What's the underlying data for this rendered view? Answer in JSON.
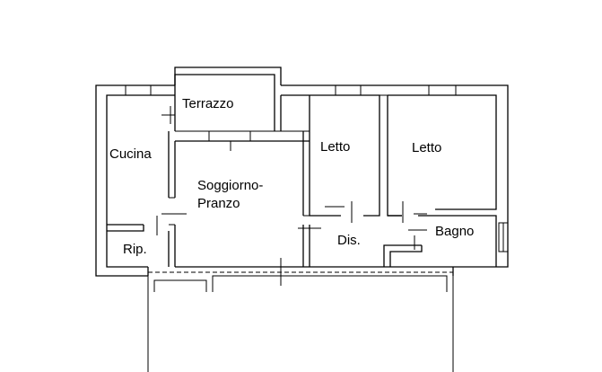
{
  "plan": {
    "rooms": {
      "terrace": "Terrazzo",
      "kitchen": "Cucina",
      "living_line1": "Soggiorno-",
      "living_line2": "Pranzo",
      "bedroom_1": "Letto",
      "bedroom_2": "Letto",
      "storage": "Rip.",
      "hallway": "Dis.",
      "bathroom": "Bagno"
    }
  }
}
